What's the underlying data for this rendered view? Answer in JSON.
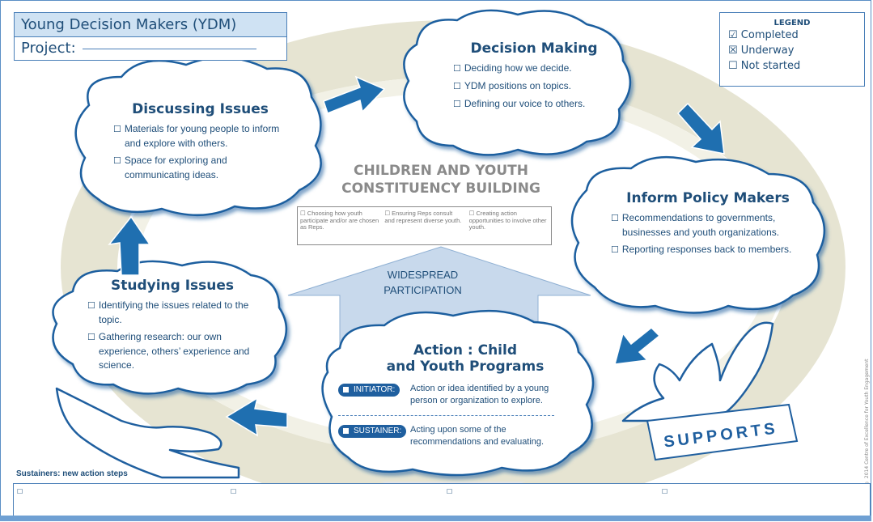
{
  "project": {
    "title": "Young Decision Makers (YDM)",
    "project_label": "Project:"
  },
  "legend": {
    "heading": "LEGEND",
    "items": [
      {
        "symbol": "☑",
        "label": "Completed"
      },
      {
        "symbol": "☒",
        "label": "Underway"
      },
      {
        "symbol": "☐",
        "label": "Not started"
      }
    ]
  },
  "checkbox_symbol": "☐",
  "discussing": {
    "title": "Discussing Issues",
    "items": [
      "Materials for young people to inform and explore with others.",
      "Space for exploring and communicating ideas."
    ]
  },
  "decision": {
    "title": "Decision Making",
    "items": [
      "Deciding how we decide.",
      "YDM positions on topics.",
      "Defining our voice to others."
    ]
  },
  "inform": {
    "title": "Inform Policy Makers",
    "items": [
      "Recommendations to governments, businesses and youth organizations.",
      "Reporting responses back to members."
    ]
  },
  "studying": {
    "title": "Studying Issues",
    "items": [
      "Identifying the issues related to the topic.",
      "Gathering research: our own experience, others’ experience and science."
    ]
  },
  "center": {
    "title_line1": "CHILDREN AND YOUTH",
    "title_line2": "CONSTITUENCY BUILDING",
    "cells": [
      "☐ Choosing how youth participate and/or are chosen as Reps.",
      "☐ Ensuring Reps consult and represent diverse youth.",
      "☐ Creating action opportunities to involve other youth."
    ]
  },
  "participation": {
    "line1": "WIDESPREAD",
    "line2": "PARTICIPATION"
  },
  "action": {
    "title_line1": "Action : Child",
    "title_line2": "and Youth Programs",
    "initiator_label": "INITIATOR:",
    "initiator_text": "Action or idea identified by a young person or organization to explore.",
    "sustainer_label": "SUSTAINER:",
    "sustainer_text": "Acting upon some of the recommendations and evaluating."
  },
  "supports_label": "SUPPORTS",
  "copyright": "© 2014 Centre of Excellence for Youth Engagement",
  "sustainers": {
    "label": "Sustainers: new action steps",
    "boxes": [
      "☐",
      "☐",
      "☐",
      "☐"
    ]
  },
  "colors": {
    "accent": "#1f5f9f",
    "light_blue": "#cfe2f3",
    "ring": "#e6e4d2",
    "text": "#1f4e79"
  }
}
